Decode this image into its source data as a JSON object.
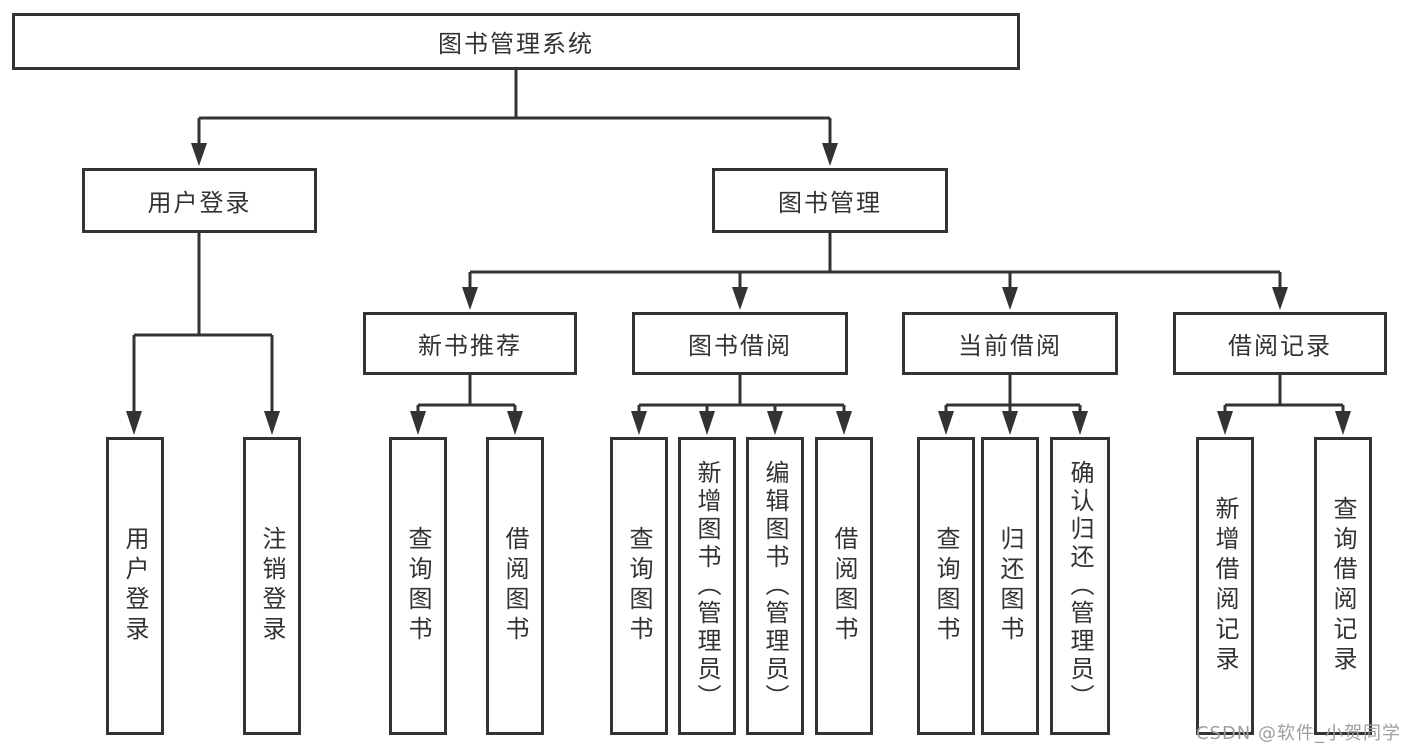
{
  "diagram": {
    "root": {
      "label": "图书管理系统"
    },
    "level2": [
      {
        "label": "用户登录"
      },
      {
        "label": "图书管理"
      }
    ],
    "level3": [
      {
        "label": "新书推荐",
        "parent": "图书管理"
      },
      {
        "label": "图书借阅",
        "parent": "图书管理"
      },
      {
        "label": "当前借阅",
        "parent": "图书管理"
      },
      {
        "label": "借阅记录",
        "parent": "图书管理"
      }
    ],
    "leaves": [
      {
        "label": "用户登录",
        "parent": "用户登录"
      },
      {
        "label": "注销登录",
        "parent": "用户登录"
      },
      {
        "label": "查询图书",
        "parent": "新书推荐"
      },
      {
        "label": "借阅图书",
        "parent": "新书推荐"
      },
      {
        "label": "查询图书",
        "parent": "图书借阅"
      },
      {
        "label": "新增图书（管理员）",
        "parent": "图书借阅"
      },
      {
        "label": "编辑图书（管理员）",
        "parent": "图书借阅"
      },
      {
        "label": "借阅图书",
        "parent": "图书借阅"
      },
      {
        "label": "查询图书",
        "parent": "当前借阅"
      },
      {
        "label": "归还图书",
        "parent": "当前借阅"
      },
      {
        "label": "确认归还（管理员）",
        "parent": "当前借阅"
      },
      {
        "label": "新增借阅记录",
        "parent": "借阅记录"
      },
      {
        "label": "查询借阅记录",
        "parent": "借阅记录"
      }
    ]
  },
  "watermark": "CSDN @软件_小贺同学",
  "colors": {
    "line": "#333333",
    "box_border": "#333333",
    "text": "#333333",
    "watermark": "#9e9e9e",
    "background": "#ffffff"
  }
}
